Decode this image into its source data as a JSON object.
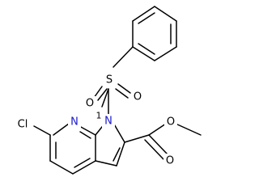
{
  "atoms": {
    "chlorine": "Cl",
    "ring_nitrogen": "N",
    "pyrrole_nitrogen": "N",
    "pyrrole_nitrogen_locant": "1",
    "sulfur": "S",
    "sulfonyl_oxygen_left": "O",
    "sulfonyl_oxygen_right": "O",
    "ester_oxygen": "O",
    "carbonyl_oxygen": "O"
  },
  "colors": {
    "bond": "#000000",
    "nitrogen_label": "#1a1acc",
    "background": "#ffffff"
  }
}
